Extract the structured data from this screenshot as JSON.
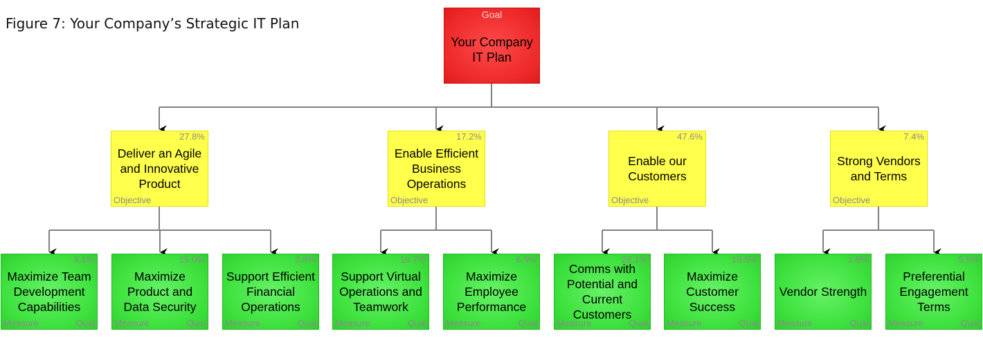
{
  "figure_title": "Figure 7: Your Company’s Strategic IT Plan",
  "goal": {
    "kind": "Goal",
    "label": "Your Company IT Plan"
  },
  "objectives": [
    {
      "label": "Deliver an Agile and Innovative Product",
      "pct": "27.8%",
      "kind": "Objective",
      "measures": [
        {
          "label": "Maximize Team Development Capabilities",
          "pct": "9.1%",
          "kind": "Measure",
          "type": "Qual"
        },
        {
          "label": "Maximize Product and Data Security",
          "pct": "15.0%",
          "kind": "Measure",
          "type": "Qual"
        },
        {
          "label": "Support Efficient Financial Operations",
          "pct": "3.8%",
          "kind": "Measure",
          "type": "Qual"
        }
      ]
    },
    {
      "label": "Enable Efficient Business Operations",
      "pct": "17.2%",
      "kind": "Objective",
      "measures": [
        {
          "label": "Support Virtual Operations and Teamwork",
          "pct": "10.7%",
          "kind": "Measure",
          "type": "Qual"
        },
        {
          "label": "Maximize Employee Performance",
          "pct": "6.5%",
          "kind": "Measure",
          "type": "Qual"
        }
      ]
    },
    {
      "label": "Enable our Customers",
      "pct": "47.6%",
      "kind": "Objective",
      "measures": [
        {
          "label": "Comms with Potential and Current Customers",
          "pct": "28.1%",
          "kind": "Measure",
          "type": "Qual"
        },
        {
          "label": "Maximize Customer Success",
          "pct": "19.5%",
          "kind": "Measure",
          "type": "Qual"
        }
      ]
    },
    {
      "label": "Strong Vendors and Terms",
      "pct": "7.4%",
      "kind": "Objective",
      "measures": [
        {
          "label": "Vendor Strength",
          "pct": "1.8%",
          "kind": "Measure",
          "type": "Qual"
        },
        {
          "label": "Preferential Engagement Terms",
          "pct": "5.5%",
          "kind": "Measure",
          "type": "Qual"
        }
      ]
    }
  ]
}
